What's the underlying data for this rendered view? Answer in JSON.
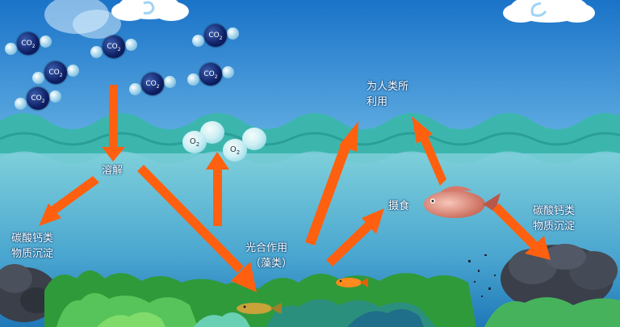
{
  "labels": {
    "dissolve": "溶解",
    "photosynthesis_line1": "光合作用",
    "photosynthesis_line2": "（藻类）",
    "feeding": "摄食",
    "human_use_line1": "为人类所",
    "human_use_line2": "利用",
    "left_sediment_line1": "碳酸钙类",
    "left_sediment_line2": "物质沉淀",
    "right_sediment_line1": "碳酸钙类",
    "right_sediment_line2": "物质沉淀"
  },
  "molecules": {
    "co2_text": "CO",
    "co2_sub": "2",
    "o2_text": "O",
    "o2_sub": "2"
  },
  "colors": {
    "sky": "#1f7fd0",
    "sea": "#79c8d6",
    "arrow": "#ff6010",
    "coral": "#2f9a3a",
    "rock": "#3a3f4a",
    "co2": "#0e1f64",
    "o2": "#cdeff5"
  }
}
